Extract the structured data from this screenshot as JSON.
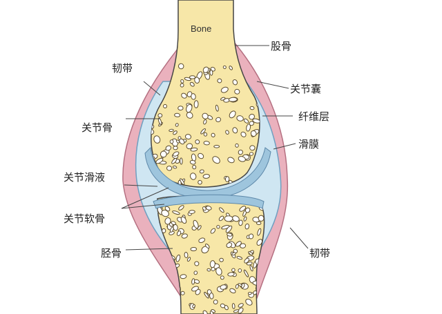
{
  "labels": {
    "bone": "Bone",
    "femur": "股骨",
    "ligament_upper": "韧带",
    "joint_capsule": "关节囊",
    "joint_bone": "关节骨",
    "fibrous_layer": "纤维层",
    "synovial_membrane": "滑膜",
    "synovial_fluid": "关节滑液",
    "articular_cartilage": "关节软骨",
    "tibia": "胫骨",
    "ligament_lower": "韧带"
  },
  "colors": {
    "bone_fill": "#f7e7a8",
    "bone_outline": "#444444",
    "cancellous_hole": "#ffffff",
    "cartilage": "#9ec5dd",
    "synovial_fluid": "#cfe6f2",
    "capsule_pink": "#eab1bd",
    "capsule_outline": "#b46f80"
  }
}
